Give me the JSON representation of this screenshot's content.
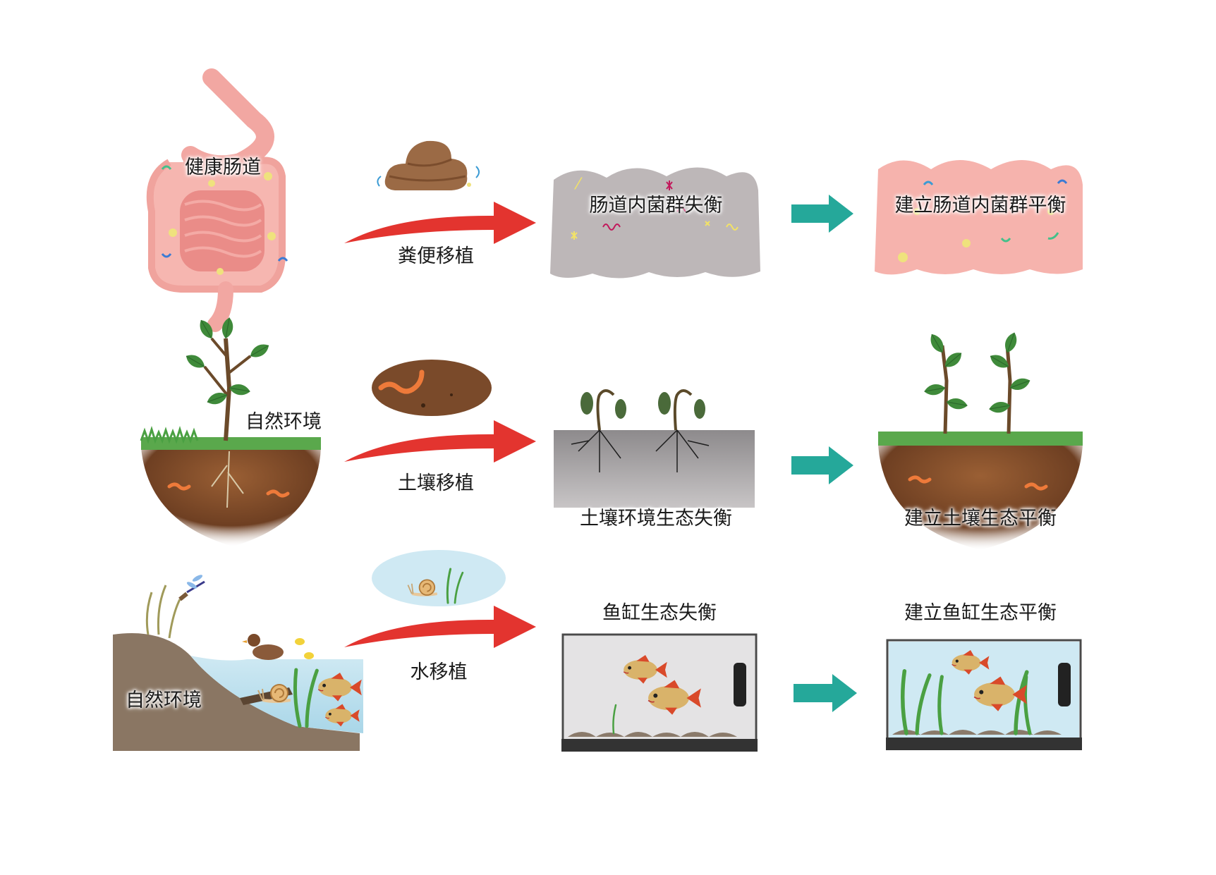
{
  "rows": [
    {
      "source_label": "健康肠道",
      "method_label": "粪便移植",
      "imbalanced_label": "肠道内菌群失衡",
      "balanced_label": "建立肠道内菌群平衡"
    },
    {
      "source_label": "自然环境",
      "method_label": "土壤移植",
      "imbalanced_label": "土壤环境生态失衡",
      "balanced_label": "建立土壤生态平衡"
    },
    {
      "source_label": "自然环境",
      "method_label": "水移植",
      "imbalanced_label": "鱼缸生态失衡",
      "balanced_label": "建立鱼缸生态平衡"
    }
  ],
  "colors": {
    "transplant_arrow": "#e3342f",
    "result_arrow": "#25a89a",
    "gut_pink": "#f6b3ad",
    "imbalanced_gray": "#bdb7b8",
    "soil_brown": "#7a4a2a",
    "water_blue": "#cfe9f3"
  }
}
